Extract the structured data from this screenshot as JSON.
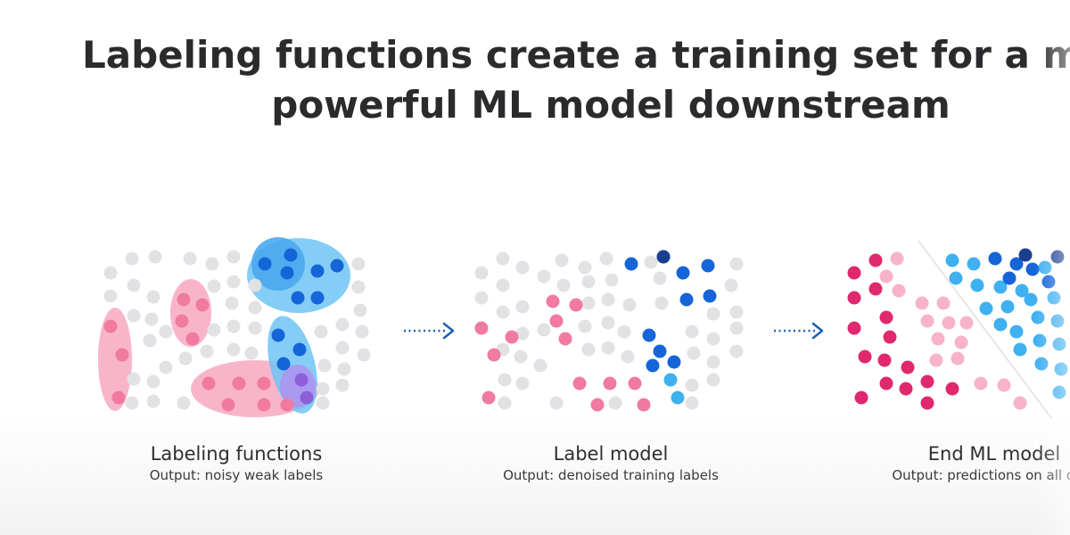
{
  "title": {
    "line1": "Labeling functions create a training set for a more",
    "line2": "powerful ML model downstream"
  },
  "stages": [
    {
      "name": "Labeling functions",
      "output": "Output: noisy weak labels"
    },
    {
      "name": "Label model",
      "output": "Output: denoised training labels"
    },
    {
      "name": "End ML model",
      "output": "Output: predictions on all data"
    }
  ],
  "colors": {
    "unlabeled": "#e2e2e4",
    "pink": "#f07aa0",
    "pink_dark": "#e0286e",
    "pink_light": "#f7b3c9",
    "blue": "#1565d8",
    "blue_dark": "#1a3f8f",
    "blue_light": "#3fb0f0",
    "purple": "#8d5fd8",
    "arrow": "#1a5fb4"
  },
  "icons": {
    "arrow": "dotted-right-arrow-icon"
  }
}
